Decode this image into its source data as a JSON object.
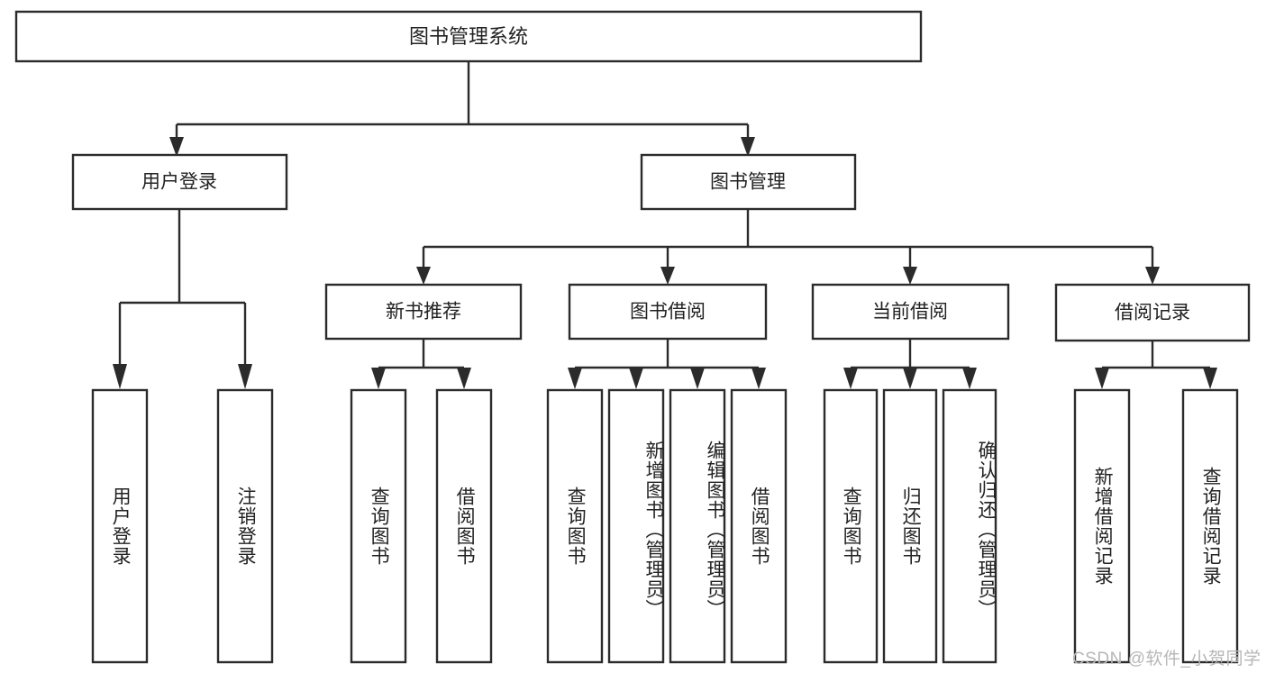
{
  "diagram": {
    "type": "tree-hierarchy",
    "title_node": "图书管理系统",
    "orientation": "top-down",
    "colors": {
      "box_border": "#2b2b2b",
      "box_fill": "#ffffff",
      "connector": "#2b2b2b",
      "text": "#222222",
      "watermark": "#b6b6b6",
      "background": "#ffffff"
    },
    "nodes": {
      "root": {
        "label": "图书管理系统"
      },
      "level2": [
        {
          "label": "用户登录"
        },
        {
          "label": "图书管理"
        }
      ],
      "level3": [
        {
          "label": "新书推荐"
        },
        {
          "label": "图书借阅"
        },
        {
          "label": "当前借阅"
        },
        {
          "label": "借阅记录"
        }
      ],
      "leaves": {
        "user_login": [
          {
            "label": "用户登录"
          },
          {
            "label": "注销登录"
          }
        ],
        "new_book_recommend": [
          {
            "label": "查询图书"
          },
          {
            "label": "借阅图书"
          }
        ],
        "book_borrow": [
          {
            "label": "查询图书"
          },
          {
            "label": "新增图书（管理员）"
          },
          {
            "label": "编辑图书（管理员）"
          },
          {
            "label": "借阅图书"
          }
        ],
        "current_borrow": [
          {
            "label": "查询图书"
          },
          {
            "label": "归还图书"
          },
          {
            "label": "确认归还（管理员）"
          }
        ],
        "borrow_record": [
          {
            "label": "新增借阅记录"
          },
          {
            "label": "查询借阅记录"
          }
        ]
      }
    }
  },
  "watermark": {
    "text": "CSDN @软件_小贺同学"
  }
}
